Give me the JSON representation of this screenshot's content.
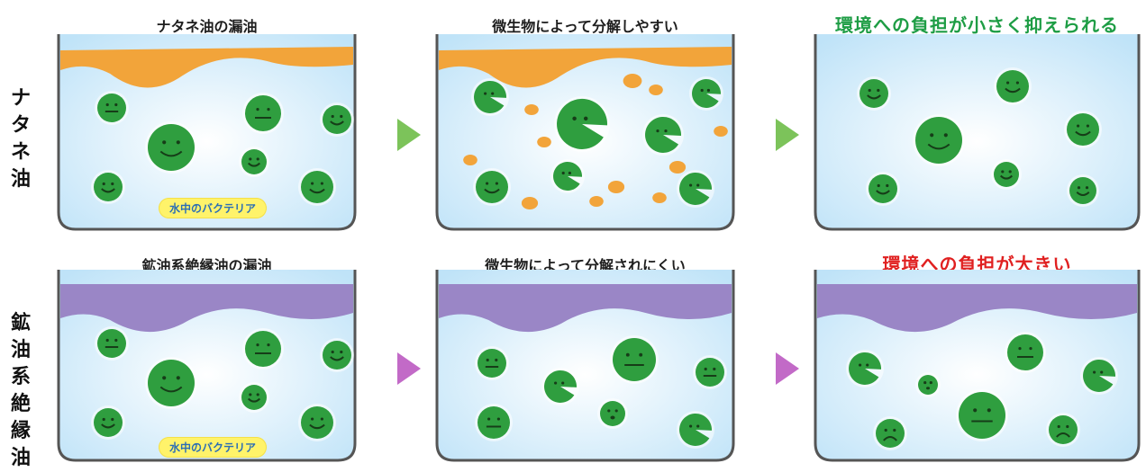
{
  "rows": [
    {
      "label": "ナタネ油",
      "panels": [
        {
          "title": "ナタネ油の漏油",
          "badge": "水中のバクテリア"
        },
        {
          "title": "微生物によって分解しやすい"
        },
        {
          "title": "環境への負担が小さく抑えられる"
        }
      ]
    },
    {
      "label": "鉱油系絶縁油",
      "panels": [
        {
          "title": "鉱油系絶縁油の漏油",
          "badge": "水中のバクテリア"
        },
        {
          "title": "微生物によって分解されにくい"
        },
        {
          "title": "環境への負担が大きい"
        }
      ]
    }
  ],
  "colors": {
    "water": "#bfe3f8",
    "rapeseed_oil": "#f2a43a",
    "mineral_oil": "#9a86c6",
    "bacteria": "#2f9e3f",
    "good_result": "#1e9d45",
    "bad_result": "#e02020",
    "arrow_top": "#7cc35a",
    "arrow_bottom": "#c26ac7"
  },
  "icons": [
    "smiley-bacteria-icon",
    "eating-bacteria-icon",
    "oil-droplet-icon",
    "arrow-right-icon"
  ]
}
